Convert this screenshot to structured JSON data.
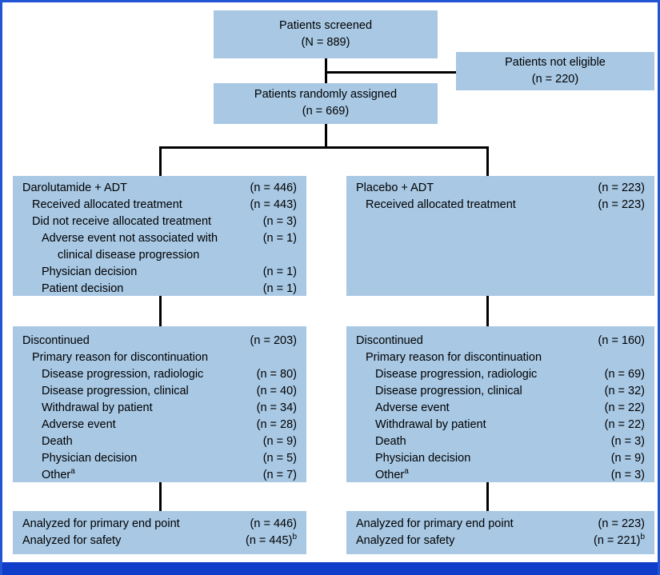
{
  "figure": {
    "type": "CONSORT participant flow diagram",
    "accent_border_color": "#2255d4",
    "band_color": "#0f3cc9",
    "box_color": "#a8c8e4"
  },
  "nodes": {
    "screened": {
      "line1": "Patients screened",
      "line2": "(N = 889)"
    },
    "not_eligible": {
      "line1": "Patients not eligible",
      "line2": "(n = 220)"
    },
    "randomized": {
      "line1": "Patients randomly assigned",
      "line2": "(n = 669)"
    },
    "darolutamide_arm": {
      "rows": [
        {
          "label": "Darolutamide + ADT",
          "count": "(n = 446)",
          "indent": 0
        },
        {
          "label": "Received allocated treatment",
          "count": "(n = 443)",
          "indent": 1
        },
        {
          "label": "Did not receive allocated treatment",
          "count": "(n = 3)",
          "indent": 1
        },
        {
          "label": "Adverse event not associated with",
          "count": "(n = 1)",
          "indent": 2
        },
        {
          "label": "clinical disease progression",
          "count": "",
          "indent": 3
        },
        {
          "label": "Physician decision",
          "count": "(n = 1)",
          "indent": 2
        },
        {
          "label": "Patient decision",
          "count": "(n = 1)",
          "indent": 2
        }
      ]
    },
    "placebo_arm": {
      "rows": [
        {
          "label": "Placebo + ADT",
          "count": "(n = 223)",
          "indent": 0
        },
        {
          "label": "Received allocated treatment",
          "count": "(n = 223)",
          "indent": 1
        }
      ]
    },
    "darolutamide_discontinued": {
      "rows": [
        {
          "label": "Discontinued",
          "count": "(n = 203)",
          "indent": 0
        },
        {
          "label": "Primary reason for discontinuation",
          "count": "",
          "indent": 1
        },
        {
          "label": "Disease progression, radiologic",
          "count": "(n = 80)",
          "indent": 2
        },
        {
          "label": "Disease progression, clinical",
          "count": "(n = 40)",
          "indent": 2
        },
        {
          "label": "Withdrawal by patient",
          "count": "(n = 34)",
          "indent": 2
        },
        {
          "label": "Adverse event",
          "count": "(n = 28)",
          "indent": 2
        },
        {
          "label": "Death",
          "count": "(n = 9)",
          "indent": 2
        },
        {
          "label": "Physician decision",
          "count": "(n = 5)",
          "indent": 2
        },
        {
          "label": "Other",
          "count": "(n = 7)",
          "indent": 2,
          "sup": "a"
        }
      ]
    },
    "placebo_discontinued": {
      "rows": [
        {
          "label": "Discontinued",
          "count": "(n = 160)",
          "indent": 0
        },
        {
          "label": "Primary reason for discontinuation",
          "count": "",
          "indent": 1
        },
        {
          "label": "Disease progression, radiologic",
          "count": "(n = 69)",
          "indent": 2
        },
        {
          "label": "Disease progression, clinical",
          "count": "(n = 32)",
          "indent": 2
        },
        {
          "label": "Adverse event",
          "count": "(n = 22)",
          "indent": 2
        },
        {
          "label": "Withdrawal by patient",
          "count": "(n = 22)",
          "indent": 2
        },
        {
          "label": "Death",
          "count": "(n = 3)",
          "indent": 2
        },
        {
          "label": "Physician decision",
          "count": "(n = 9)",
          "indent": 2
        },
        {
          "label": "Other",
          "count": "(n = 3)",
          "indent": 2,
          "sup": "a"
        }
      ]
    },
    "darolutamide_analyzed": {
      "rows": [
        {
          "label": "Analyzed for primary end point",
          "count": "(n = 446)",
          "indent": 0
        },
        {
          "label": "Analyzed for safety",
          "count": "(n = 445)",
          "indent": 0,
          "countSup": "b"
        }
      ]
    },
    "placebo_analyzed": {
      "rows": [
        {
          "label": "Analyzed for primary end point",
          "count": "(n = 223)",
          "indent": 0
        },
        {
          "label": "Analyzed for safety",
          "count": "(n = 221)",
          "indent": 0,
          "countSup": "b"
        }
      ]
    }
  }
}
